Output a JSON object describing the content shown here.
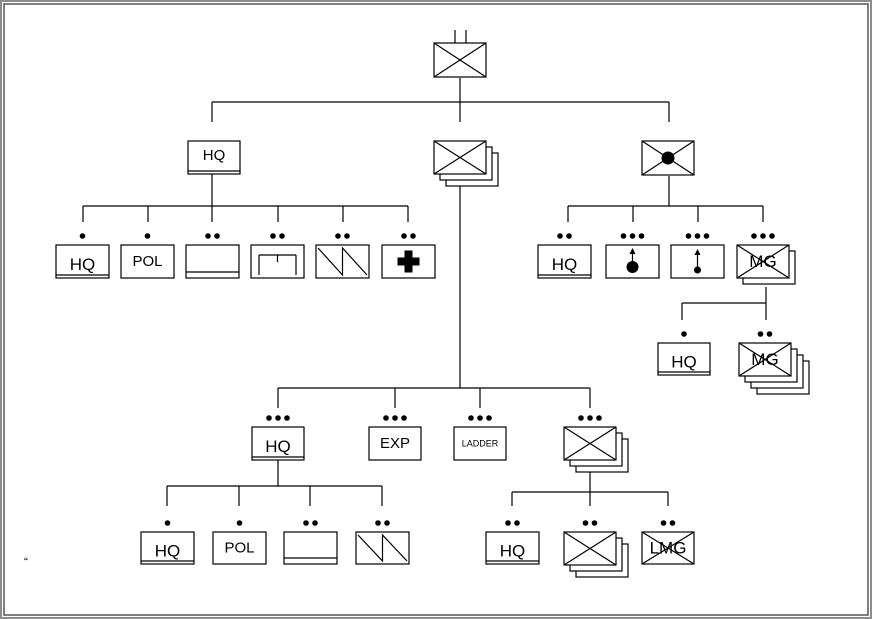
{
  "diagram": {
    "stray_mark": "“",
    "units": {
      "u1": {
        "label": ""
      },
      "u2": {
        "label": "HQ"
      },
      "u3": {
        "label": ""
      },
      "u4": {
        "label": ""
      },
      "u5": {
        "label": "HQ"
      },
      "u6": {
        "label": "POL"
      },
      "u7": {
        "label": ""
      },
      "u8": {
        "label": ""
      },
      "u9": {
        "label": ""
      },
      "u10": {
        "label": ""
      },
      "u11": {
        "label": "HQ"
      },
      "u12": {
        "label": ""
      },
      "u13": {
        "label": ""
      },
      "u14": {
        "label": "MG"
      },
      "u15": {
        "label": "HQ"
      },
      "u16": {
        "label": "MG"
      },
      "u17": {
        "label": "HQ"
      },
      "u18": {
        "label": "EXP"
      },
      "u19": {
        "label": "LADDER"
      },
      "u20": {
        "label": ""
      },
      "u21": {
        "label": "HQ"
      },
      "u22": {
        "label": "POL"
      },
      "u23": {
        "label": ""
      },
      "u24": {
        "label": ""
      },
      "u25": {
        "label": "HQ"
      },
      "u26": {
        "label": ""
      },
      "u27": {
        "label": "LMG"
      }
    }
  }
}
